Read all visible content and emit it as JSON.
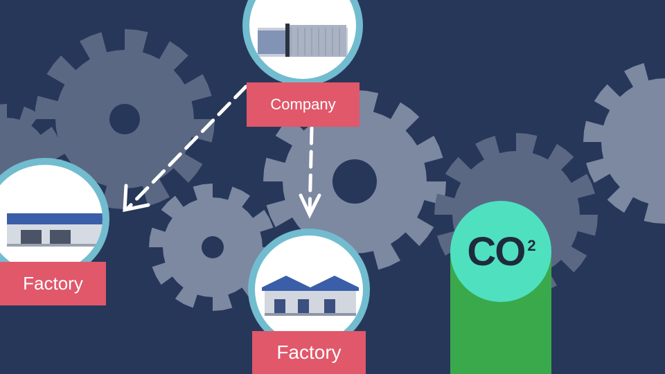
{
  "nodes": {
    "company": {
      "label": "Company"
    },
    "factory_left": {
      "label": "Factory"
    },
    "factory_center": {
      "label": "Factory"
    }
  },
  "co2": {
    "text": "CO",
    "superscript": "2"
  },
  "colors": {
    "background": "#27375a",
    "gear_dark": "#5b6883",
    "gear_light": "#7d88a1",
    "ring": "#72bccf",
    "label": "#e0586a",
    "co2_circle": "#4fe0c0",
    "co2_bar": "#39a94b"
  }
}
